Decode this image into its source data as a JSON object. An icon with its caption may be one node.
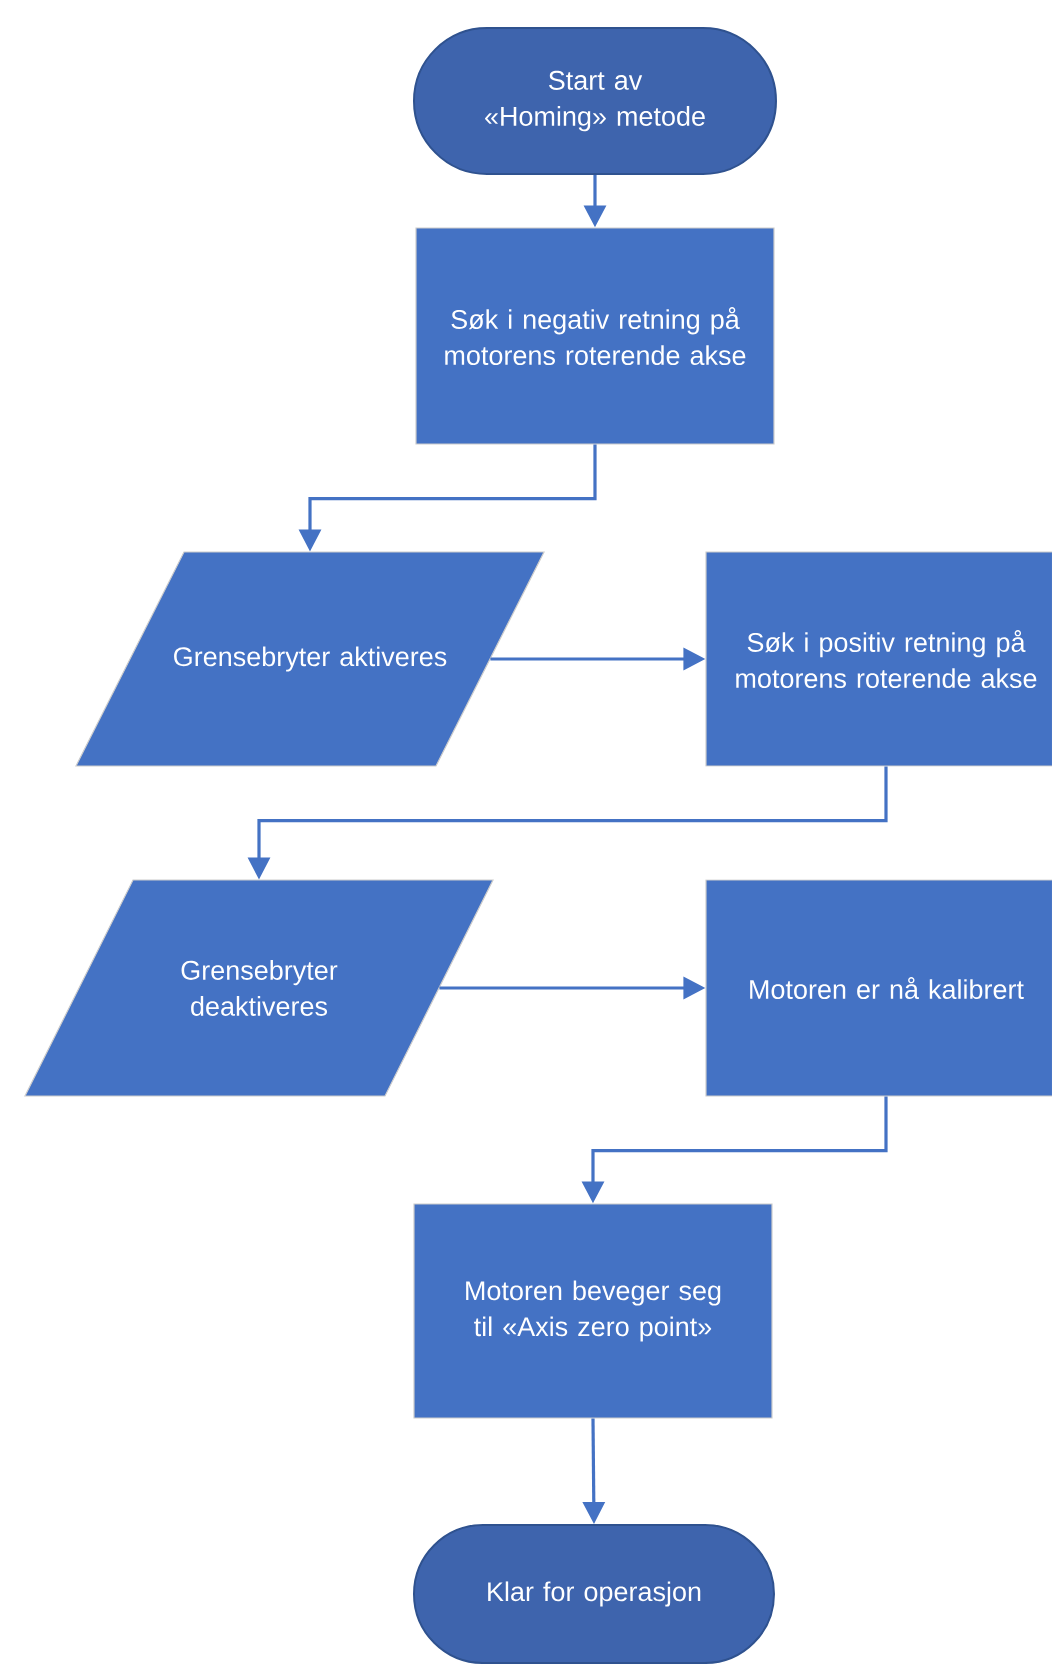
{
  "diagram": {
    "nodes": [
      {
        "text": [
          "Start av «Homing» metode"
        ]
      },
      {
        "text": [
          "Søk i negativ retning på motorens roterende akse"
        ]
      },
      {
        "text": [
          "Grensebryter aktiveres"
        ]
      },
      {
        "text": [
          "Søk i positiv retning på motorens roterende akse"
        ]
      },
      {
        "text": [
          "Grensebryter deaktiveres"
        ]
      },
      {
        "text": [
          "Motoren er nå kalibrert"
        ]
      },
      {
        "text": [
          "Motoren beveger seg til «Axis zero point»"
        ]
      },
      {
        "text": [
          "Klar for operasjon"
        ]
      }
    ],
    "edges": [
      {
        "from": 0,
        "to": 1,
        "arrow": "to"
      },
      {
        "from": 1,
        "to": 2,
        "arrow": "to"
      },
      {
        "from": 2,
        "to": 3,
        "arrow": "to"
      },
      {
        "from": 3,
        "to": 4,
        "arrow": "to"
      },
      {
        "from": 4,
        "to": 5,
        "arrow": "to"
      },
      {
        "from": 5,
        "to": 6,
        "arrow": "to"
      },
      {
        "from": 6,
        "to": 7,
        "arrow": "to"
      }
    ]
  }
}
